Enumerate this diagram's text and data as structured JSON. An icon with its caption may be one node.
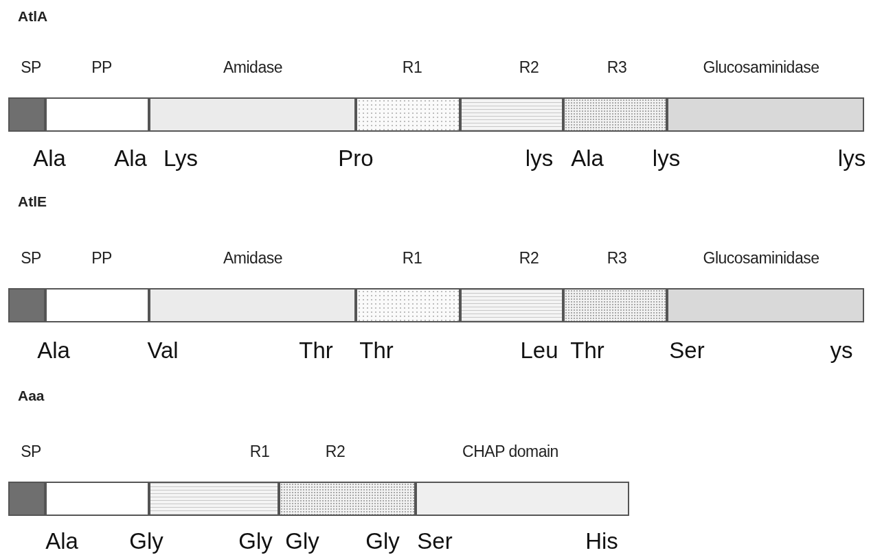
{
  "diagram": {
    "nodes": [
      {
        "text": [
          "SP"
        ]
      },
      {
        "text": [
          "PP"
        ]
      },
      {
        "text": [
          "Amidase"
        ]
      },
      {
        "text": [
          "R1"
        ]
      },
      {
        "text": [
          "R2"
        ]
      },
      {
        "text": [
          "R3"
        ]
      },
      {
        "text": [
          "Glucosaminidase"
        ]
      },
      {
        "text": [
          "SP"
        ]
      },
      {
        "text": [
          "PP"
        ]
      },
      {
        "text": [
          "Amidase"
        ]
      },
      {
        "text": [
          "R1"
        ]
      },
      {
        "text": [
          "R2"
        ]
      },
      {
        "text": [
          "R3"
        ]
      },
      {
        "text": [
          "Glucosaminidase"
        ]
      },
      {
        "text": [
          "SP"
        ]
      },
      {
        "text": [],
        "shape": "box"
      },
      {
        "text": [
          "R1"
        ]
      },
      {
        "text": [
          "R2"
        ]
      },
      {
        "text": [
          "CHAP domain"
        ]
      }
    ],
    "labels": [
      "AtlA",
      "Ala",
      "Ala",
      "Lys",
      "Pro",
      "lys",
      "Ala",
      "lys",
      "lys",
      "AtlE",
      "Ala",
      "Val",
      "Thr",
      "Thr",
      "Leu",
      "Thr",
      "Ser",
      "ys",
      "Aaa",
      "Ala",
      "Gly",
      "Gly",
      "Gly",
      "Gly",
      "Ser",
      "His"
    ]
  }
}
